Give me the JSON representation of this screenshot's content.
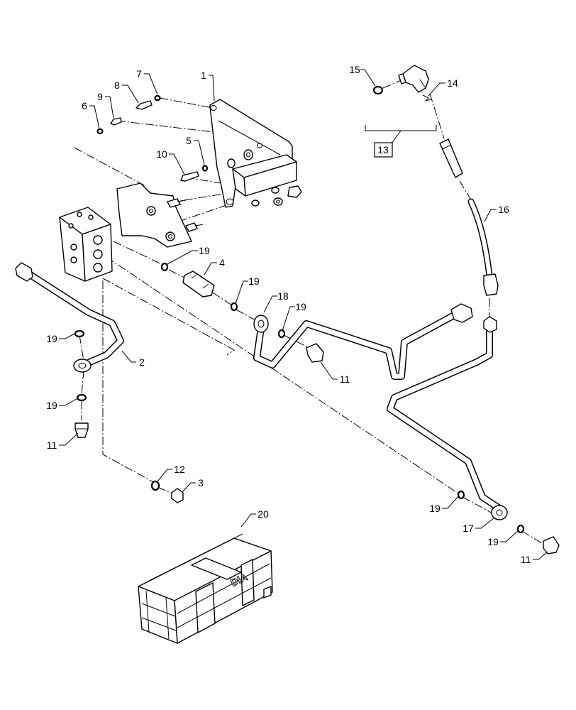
{
  "diagram": {
    "callouts": [
      "7",
      "8",
      "9",
      "6",
      "1",
      "5",
      "10",
      "15",
      "14",
      "13",
      "16",
      "19",
      "4",
      "19",
      "18",
      "19",
      "11",
      "19",
      "2",
      "19",
      "11",
      "12",
      "3",
      "20",
      "19",
      "17",
      "19",
      "11"
    ],
    "crate_marking": "DIA"
  }
}
